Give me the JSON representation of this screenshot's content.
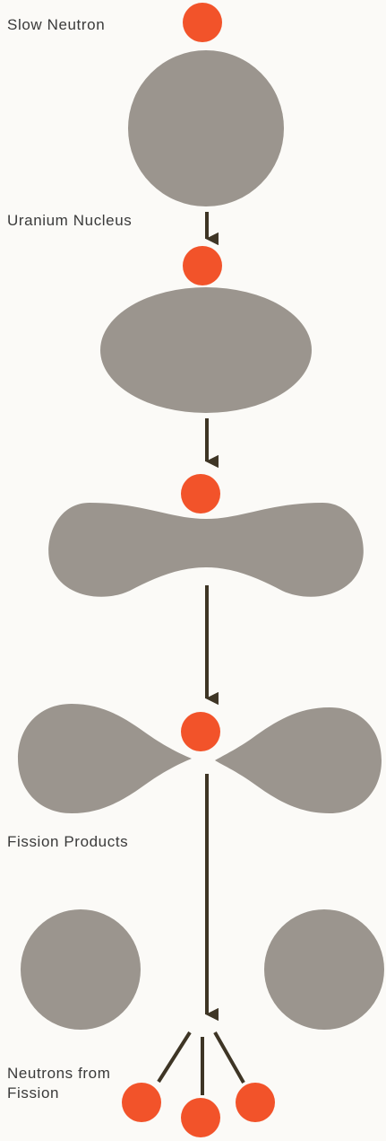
{
  "labels": {
    "slow_neutron": "Slow Neutron",
    "uranium_nucleus": "Uranium Nucleus",
    "fission_products": "Fission Products",
    "neutrons_from_fission": "Neutrons from\nFission"
  },
  "colors": {
    "neutron": "#f2532a",
    "nucleus": "#9b958e",
    "arrow": "#3e3525",
    "background": "#fbfaf7",
    "text": "#3a3a3a"
  }
}
